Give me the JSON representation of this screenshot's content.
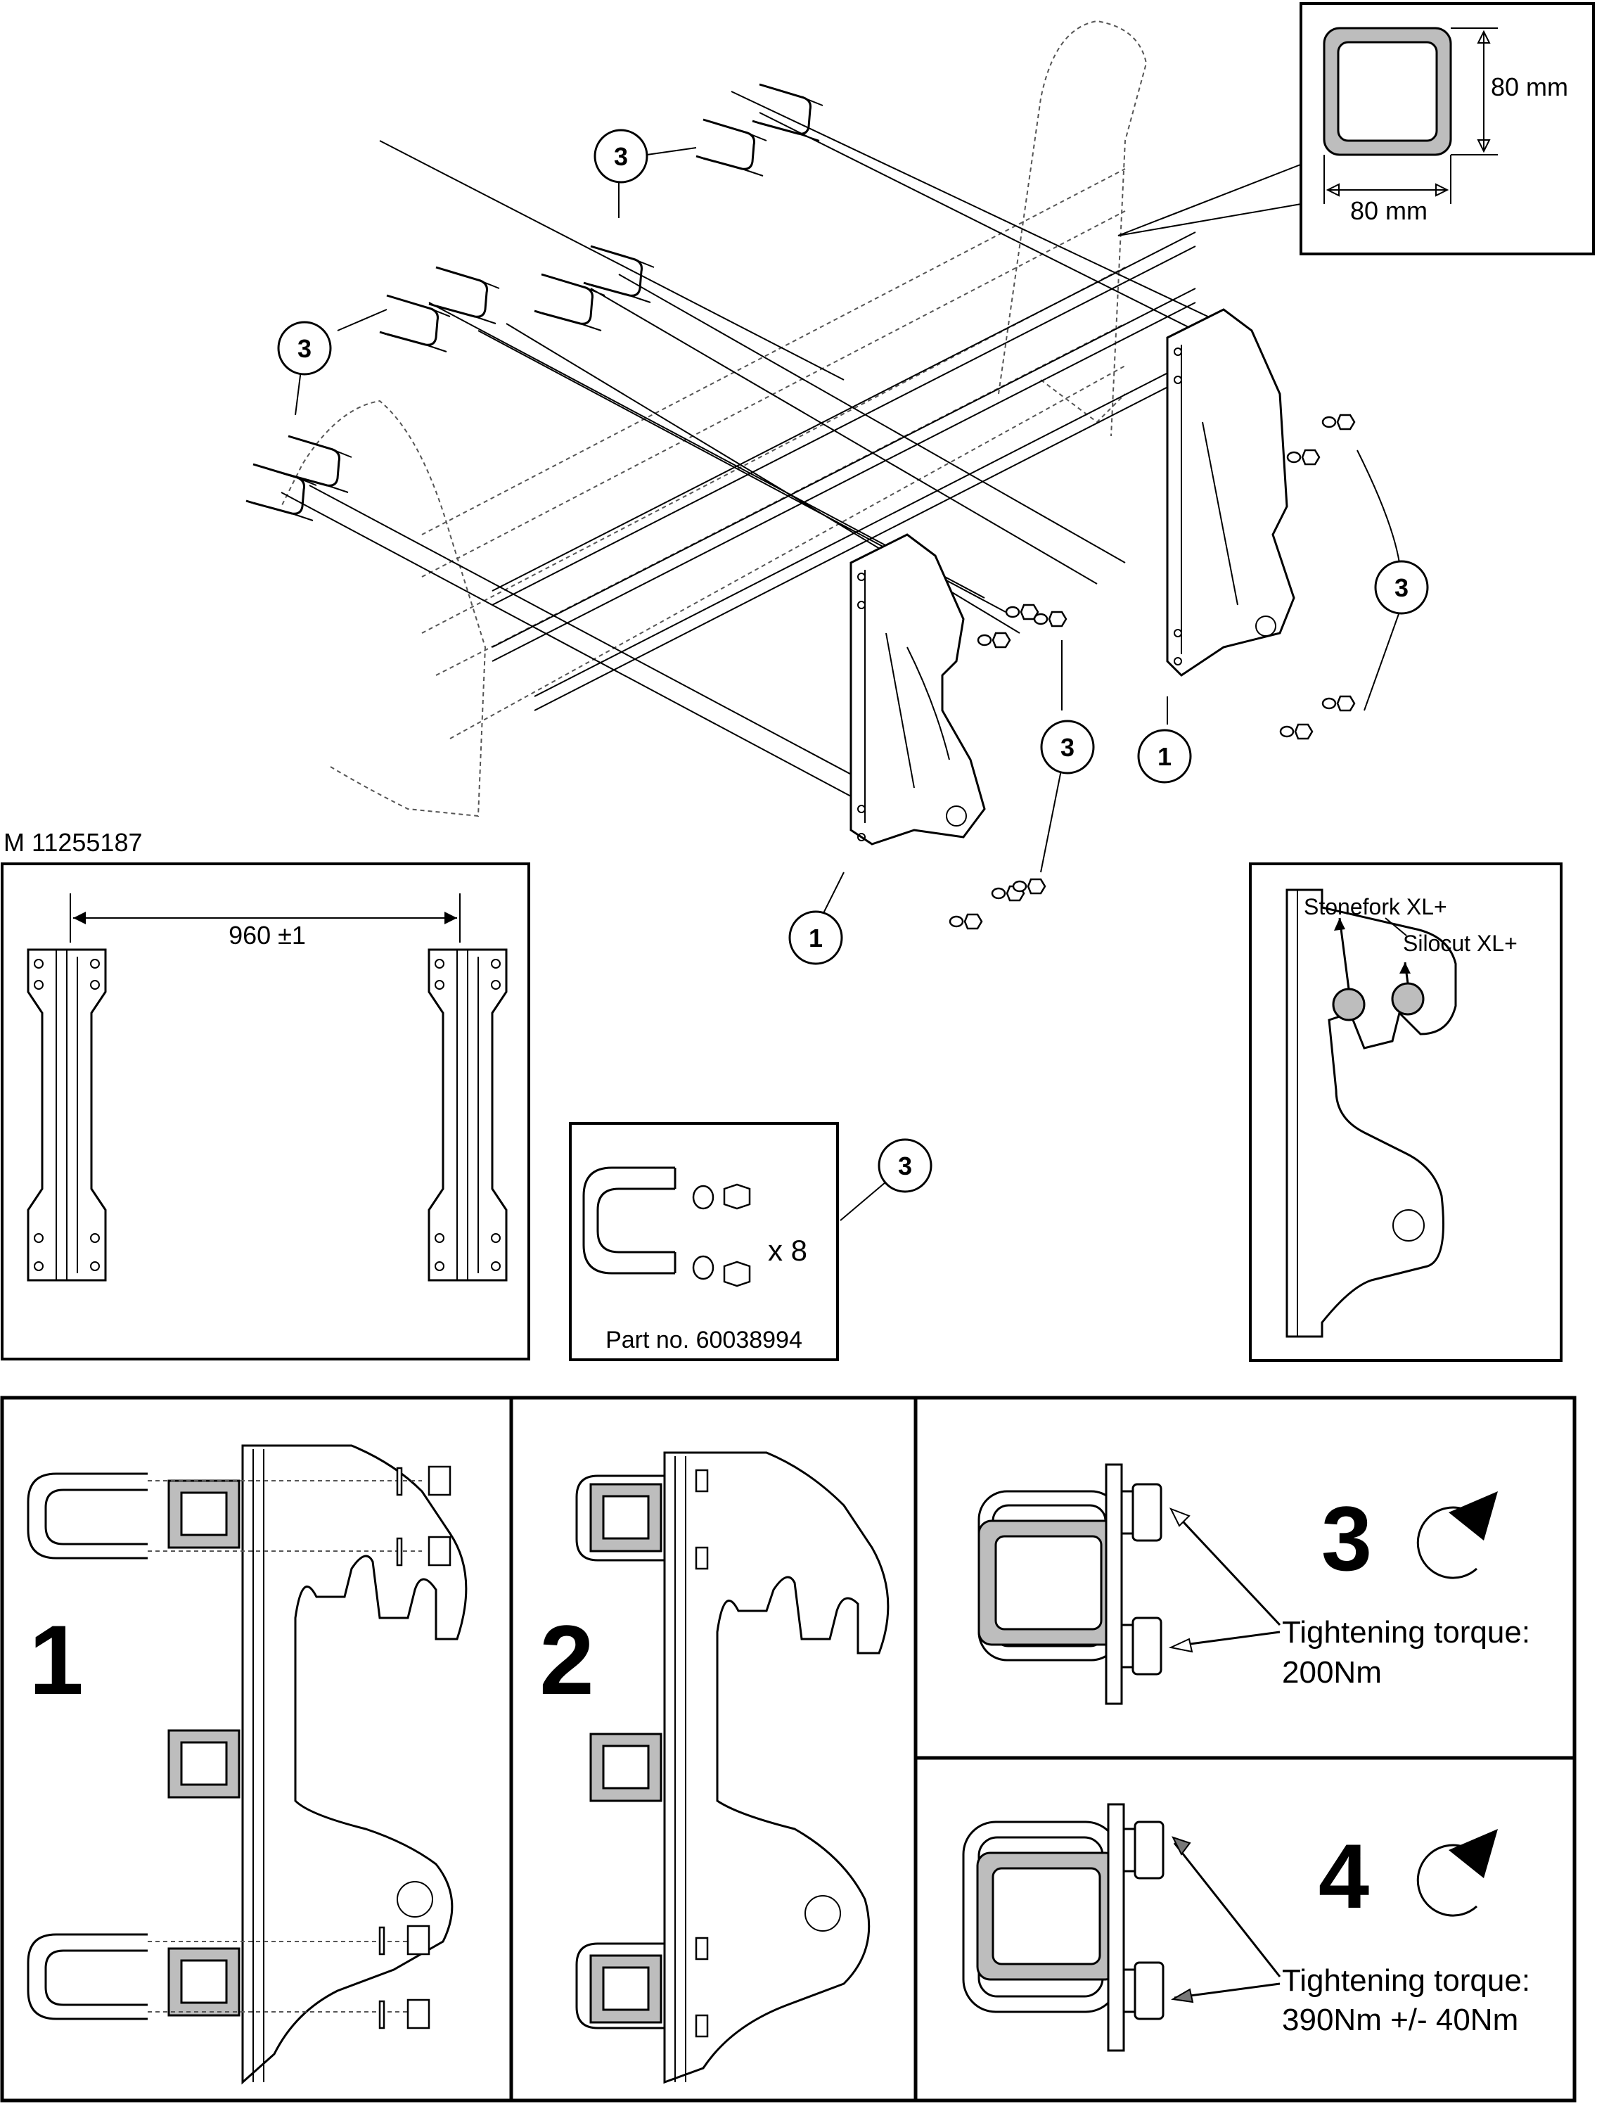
{
  "drawing_number": "M 11255187",
  "tube_section": {
    "width_label": "80 mm",
    "height_label": "80 mm"
  },
  "callouts": {
    "bracket": "1",
    "ubolt_kit": "3"
  },
  "spacing_detail": {
    "dimension_label": "960 ±1"
  },
  "kit_detail": {
    "quantity_label": "x 8",
    "part_number_label": "Part no. 60038994",
    "callout": "3"
  },
  "hook_detail": {
    "label_stonefork": "Stonefork XL+",
    "label_silocut": "Silocut XL+"
  },
  "steps": [
    {
      "number": "1"
    },
    {
      "number": "2"
    },
    {
      "number": "3",
      "torque_label": "Tightening torque:",
      "torque_value": "200Nm"
    },
    {
      "number": "4",
      "torque_label": "Tightening torque:",
      "torque_value": "390Nm +/- 40Nm"
    }
  ]
}
